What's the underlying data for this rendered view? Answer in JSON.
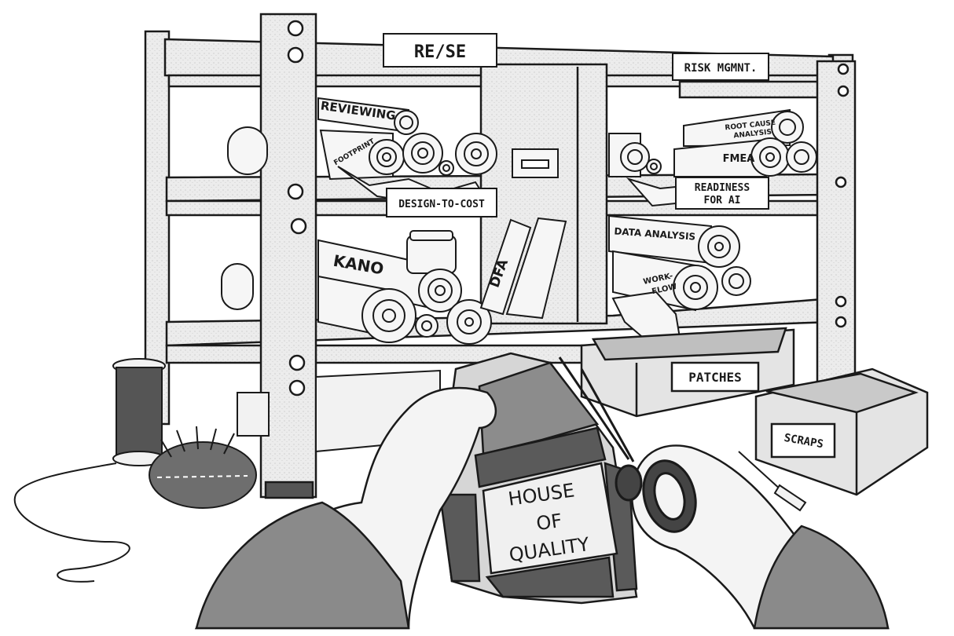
{
  "labels": {
    "shelf_top": "RE/SE",
    "risk": "RISK MGMNT.",
    "design_to_cost": "DESIGN-TO-COST",
    "readiness_line1": "READINESS",
    "readiness_line2": "FOR AI",
    "patches": "PATCHES",
    "scraps": "SCRAPS"
  },
  "rolls": {
    "reviewing": "REVIEWING",
    "footprint": "FOOTPRINT",
    "root_cause_line1": "ROOT CAUSE",
    "root_cause_line2": "ANALYSIS",
    "fmea": "FMEA",
    "data_analysis": "DATA ANALYSIS",
    "workflow_line1": "WORK-",
    "workflow_line2": "FLOW",
    "kano": "KANO",
    "dfa": "DFA"
  },
  "fabric": {
    "line1": "HOUSE",
    "line2": "OF",
    "line3": "QUALITY"
  },
  "colors": {
    "ink": "#1a1a1a",
    "wood": "#e9e9e9",
    "fabric_dark": "#5a5a5a",
    "fabric_mid": "#8c8c8c",
    "fabric_light": "#d6d6d6"
  }
}
